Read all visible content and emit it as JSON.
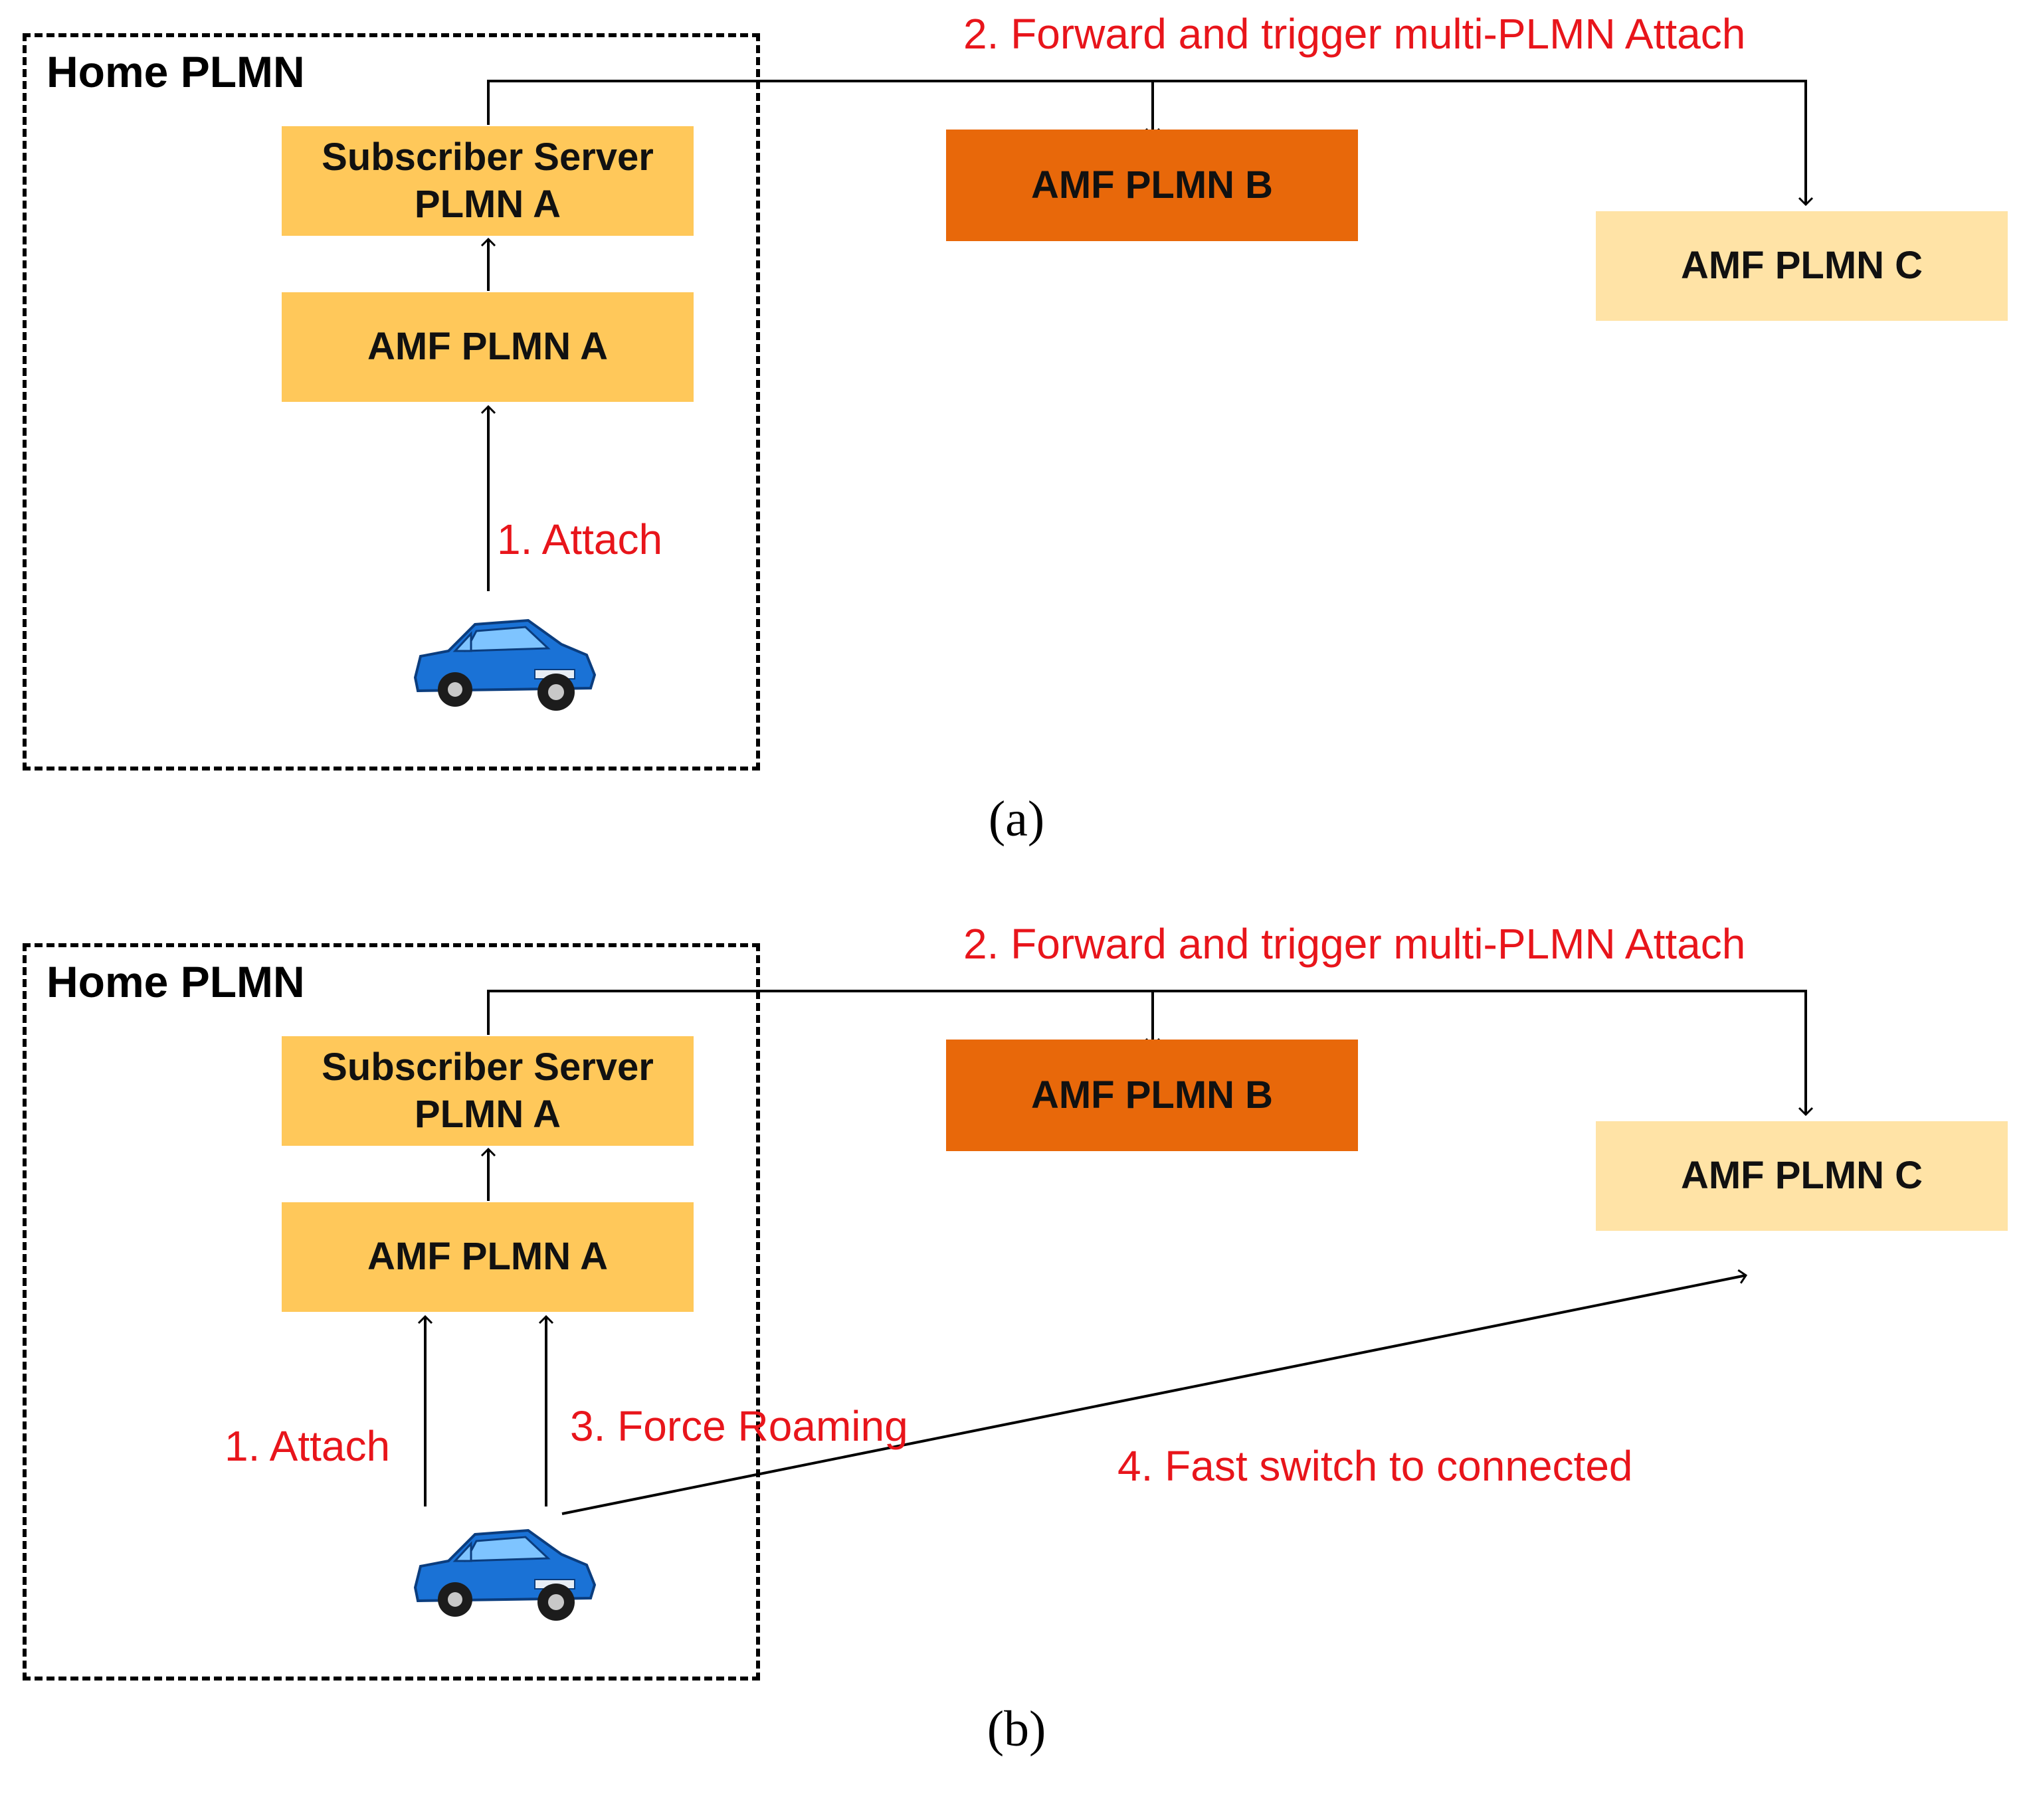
{
  "colors": {
    "subscriber_fill": "#ffc85a",
    "amf_a_fill": "#ffc85a",
    "amf_b_fill": "#e8680a",
    "amf_c_fill": "#ffe3a6",
    "label_color": "#e8151b",
    "car_color": "#1a72d6"
  },
  "panel_a": {
    "home_title": "Home PLMN",
    "subscriber_line1": "Subscriber Server",
    "subscriber_line2": "PLMN A",
    "amf_a": "AMF PLMN A",
    "amf_b": "AMF PLMN B",
    "amf_c": "AMF PLMN C",
    "step1": "1. Attach",
    "step2": "2. Forward and trigger multi-PLMN Attach",
    "caption": "(a)"
  },
  "panel_b": {
    "home_title": "Home PLMN",
    "subscriber_line1": "Subscriber Server",
    "subscriber_line2": "PLMN A",
    "amf_a": "AMF PLMN A",
    "amf_b": "AMF PLMN B",
    "amf_c": "AMF PLMN C",
    "step1": "1. Attach",
    "step2": "2. Forward and trigger multi-PLMN Attach",
    "step3": "3. Force Roaming",
    "step4": "4. Fast switch to connected",
    "caption": "(b)"
  },
  "icons": {
    "vehicle": "car-icon"
  }
}
